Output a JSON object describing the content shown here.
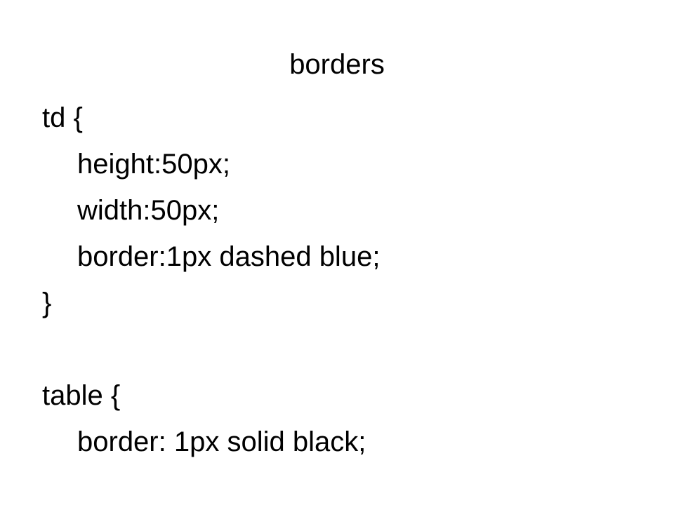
{
  "slide": {
    "title": "borders",
    "code_lines": [
      "td {",
      "height:50px;",
      "width:50px;",
      "border:1px dashed blue;",
      "}",
      "",
      "table {",
      "border: 1px solid black;"
    ]
  }
}
